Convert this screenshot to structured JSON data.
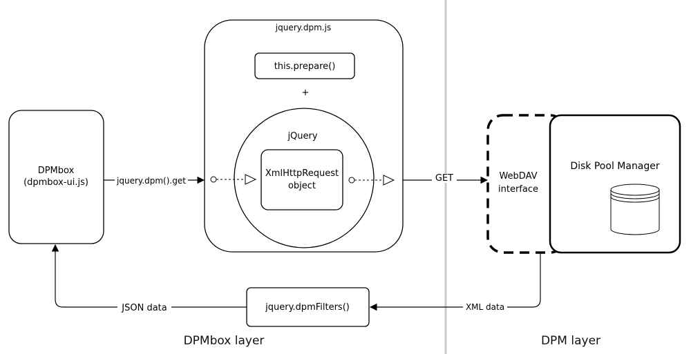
{
  "diagram": {
    "dpmbox": {
      "title": "DPMbox",
      "subtitle": "(dpmbox-ui.js)"
    },
    "dpm_js": {
      "title": "jquery.dpm.js",
      "prepare": "this.prepare()",
      "plus": "+",
      "jquery": "jQuery",
      "xhr_line1": "XmlHttpRequest",
      "xhr_line2": "object"
    },
    "webdav": {
      "line1": "WebDAV",
      "line2": "interface"
    },
    "disk_pool": {
      "title": "Disk Pool Manager"
    },
    "filters": {
      "label": "jquery.dpmFilters()"
    },
    "edges": {
      "get_call": "jquery.dpm().get",
      "get": "GET",
      "xml": "XML data",
      "json": "JSON data"
    },
    "layers": {
      "left": "DPMbox layer",
      "right": "DPM layer"
    }
  }
}
